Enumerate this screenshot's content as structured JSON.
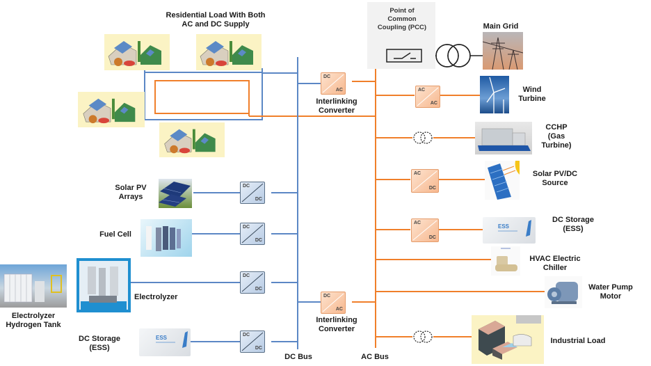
{
  "title": "Residential Load With Both AC and DC Supply",
  "buses": {
    "dc_bus": "DC Bus",
    "ac_bus": "AC Bus"
  },
  "colors": {
    "dc_line": "#5b87c5",
    "ac_line": "#f07f2a",
    "ac_converter": "#f9c9a8",
    "dc_converter": "#c9d8ec"
  },
  "pcc": {
    "label_line1": "Point of",
    "label_line2": "Common",
    "label_line3": "Coupling (PCC)"
  },
  "interlinking_converters": [
    {
      "top": "DC",
      "bottom": "AC",
      "label_line1": "Interlinking",
      "label_line2": "Converter"
    },
    {
      "top": "DC",
      "bottom": "AC",
      "label_line1": "Interlinking",
      "label_line2": "Converter"
    }
  ],
  "ac_side": [
    {
      "name": "Main Grid",
      "line1": "Main Grid",
      "line2": "",
      "line3": "",
      "device": "switch+transformer",
      "icon": "transmission-tower-icon"
    },
    {
      "name": "Wind Turbine",
      "line1": "Wind",
      "line2": "Turbine",
      "line3": "",
      "device": "converter",
      "conv_top": "AC",
      "conv_bottom": "AC",
      "icon": "wind-turbine-icon"
    },
    {
      "name": "CCHP",
      "line1": "CCHP",
      "line2": "(Gas",
      "line3": "Turbine)",
      "device": "transformer",
      "icon": "gas-turbine-icon"
    },
    {
      "name": "Solar PV/DC Source",
      "line1": "Solar PV/DC",
      "line2": "Source",
      "line3": "",
      "device": "converter",
      "conv_top": "AC",
      "conv_bottom": "DC",
      "icon": "solar-panel-icon"
    },
    {
      "name": "DC Storage (ESS)",
      "line1": "DC Storage",
      "line2": "(ESS)",
      "line3": "",
      "device": "converter",
      "conv_top": "AC",
      "conv_bottom": "DC",
      "icon": "ess-container-icon"
    },
    {
      "name": "HVAC Electric Chiller",
      "line1": "HVAC Electric",
      "line2": "Chiller",
      "line3": "",
      "device": "none",
      "icon": "chiller-icon"
    },
    {
      "name": "Water Pump Motor",
      "line1": "Water Pump",
      "line2": "Motor",
      "line3": "",
      "device": "none",
      "icon": "pump-motor-icon"
    },
    {
      "name": "Industrial Load",
      "line1": "Industrial Load",
      "line2": "",
      "line3": "",
      "device": "transformer",
      "icon": "factory-icon"
    }
  ],
  "dc_side": [
    {
      "name": "Solar PV Arrays",
      "line1": "Solar PV",
      "line2": "Arrays",
      "conv_top": "DC",
      "conv_bottom": "DC",
      "icon": "solar-array-icon"
    },
    {
      "name": "Fuel Cell",
      "line1": "Fuel Cell",
      "line2": "",
      "conv_top": "DC",
      "conv_bottom": "DC",
      "icon": "fuel-cell-icon"
    },
    {
      "name": "Electrolyzer",
      "line1": "Electrolyzer",
      "line2": "",
      "conv_top": "DC",
      "conv_bottom": "DC",
      "icon": "electrolyzer-icon"
    },
    {
      "name": "DC Storage (ESS)",
      "line1": "DC Storage",
      "line2": "(ESS)",
      "conv_top": "DC",
      "conv_bottom": "DC",
      "icon": "ess-container-icon"
    }
  ],
  "hydrogen_tank": {
    "line1": "Electrolyzer",
    "line2": "Hydrogen Tank"
  },
  "ess_badge": "ESS"
}
